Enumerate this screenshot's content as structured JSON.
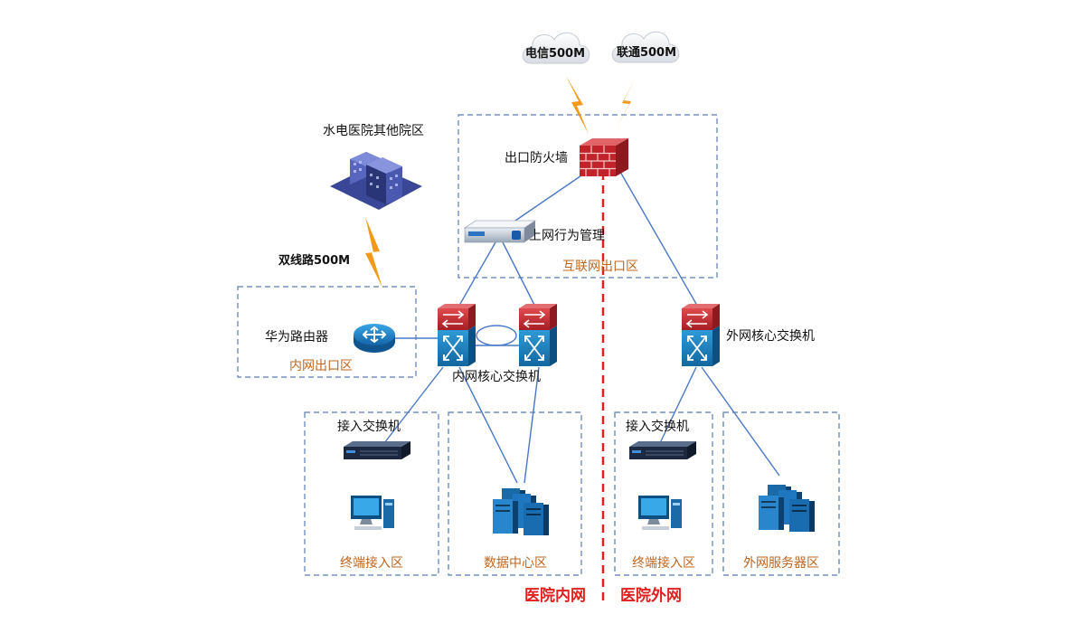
{
  "diagram": {
    "isp": {
      "telecom": "电信500M",
      "unicom": "联通500M"
    },
    "branch": {
      "label": "水电医院其他院区",
      "link_label": "双线路500M"
    },
    "devices": {
      "firewall": "出口防火墙",
      "behavior_mgmt": "上网行为管理",
      "router": "华为路由器",
      "intranet_core": "内网核心交换机",
      "extranet_core": "外网核心交换机",
      "access_switch_intranet": "接入交换机",
      "access_switch_extranet": "接入交换机"
    },
    "zones": {
      "internet_exit": "互联网出口区",
      "intranet_exit": "内网出口区",
      "terminal_intranet": "终端接入区",
      "datacenter": "数据中心区",
      "terminal_extranet": "终端接入区",
      "extranet_servers": "外网服务器区"
    },
    "networks": {
      "intranet": "医院内网",
      "extranet": "医院外网"
    },
    "colors": {
      "link": "#4a78c8",
      "zone_border": "#5a7bb8",
      "zone_label": "#c0651e",
      "divider": "#e02020",
      "lightning": "#f39a1a",
      "firewall": "#c0242a",
      "switch_top": "#c0242a",
      "switch_bottom": "#1a7fc0",
      "building": "#3f4fa0"
    },
    "icons": {
      "cloud": "cloud-icon",
      "lightning": "lightning-bolt-icon",
      "firewall": "firewall-icon",
      "appliance": "network-appliance-icon",
      "router": "router-icon",
      "core_switch": "core-switch-icon",
      "access_switch": "rack-switch-icon",
      "pc": "desktop-pc-icon",
      "servers": "server-cluster-icon",
      "building": "office-building-icon"
    }
  }
}
